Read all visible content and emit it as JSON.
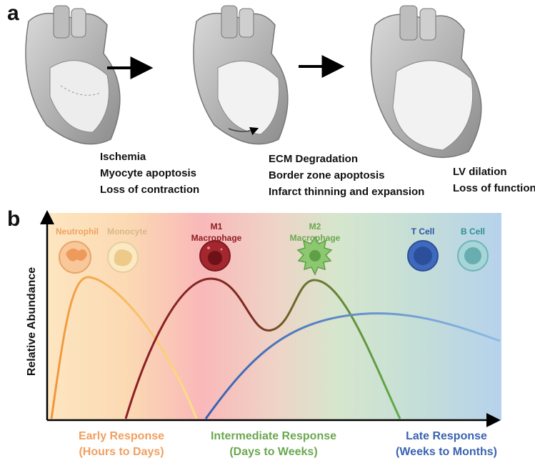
{
  "panel_a": {
    "letter": "a",
    "stage1": {
      "lines": [
        "Ischemia",
        "Myocyte apoptosis",
        "Loss of contraction"
      ]
    },
    "stage2": {
      "lines": [
        "ECM Degradation",
        "Border zone apoptosis",
        "Infarct thinning and expansion"
      ]
    },
    "stage3": {
      "lines": [
        "LV dilation",
        "Loss of function"
      ]
    }
  },
  "panel_b": {
    "letter": "b",
    "y_axis_label": "Relative Abundance",
    "cells": {
      "neutrophil": {
        "label": "Neutrophil",
        "color": "#f0a060"
      },
      "monocyte": {
        "label": "Monocyte",
        "color": "#d9b88a"
      },
      "m1": {
        "label_lines": [
          "M1",
          "Macrophage"
        ],
        "color": "#8e1e24"
      },
      "m2": {
        "label_lines": [
          "M2",
          "Macrophage"
        ],
        "color": "#6aa84f"
      },
      "tcell": {
        "label": "T Cell",
        "color": "#2d54a5"
      },
      "bcell": {
        "label": "B Cell",
        "color": "#2f8f92"
      }
    },
    "phases": {
      "early": {
        "lines": [
          "Early Response",
          "(Hours to Days)"
        ],
        "color": "#f0a060"
      },
      "intermediate": {
        "lines": [
          "Intermediate Response",
          "(Days to Weeks)"
        ],
        "color": "#6aa84f"
      },
      "late": {
        "lines": [
          "Late Response",
          "(Weeks to Months)"
        ],
        "color": "#3a63b0"
      }
    }
  }
}
